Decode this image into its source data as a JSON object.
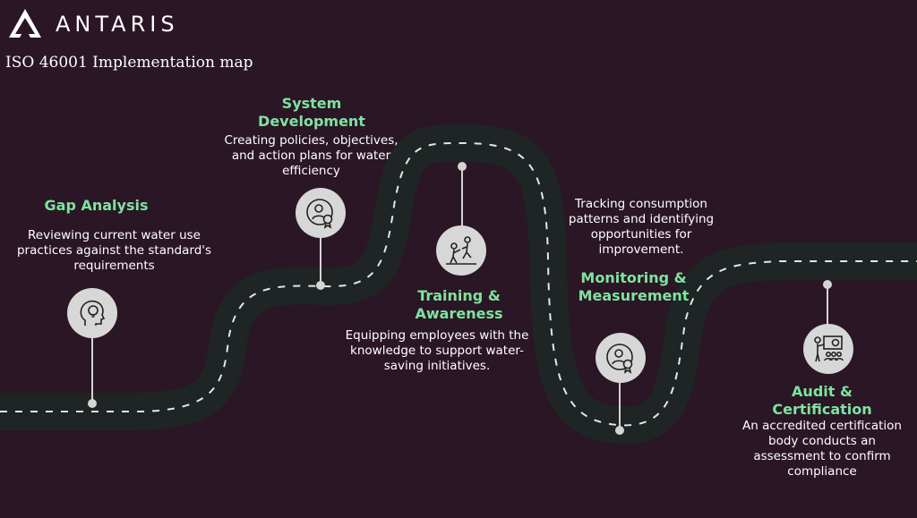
{
  "brand": {
    "name": "ANTARIS",
    "logo_icon": "antaris-logo-icon"
  },
  "subtitle": "ISO 46001 Implementation map",
  "colors": {
    "background": "#2b1625",
    "road": "#1f2424",
    "title": "#7ee3a0",
    "text": "#ffffff",
    "marker": "#d4d4d4"
  },
  "steps": [
    {
      "title": "Gap Analysis",
      "description": "Reviewing current water use practices against the standard's requirements",
      "icon": "lightbulb-head-icon"
    },
    {
      "title": "System Development",
      "description": "Creating policies, objectives, and action plans for water efficiency",
      "icon": "person-award-icon"
    },
    {
      "title": "Training & Awareness",
      "description": "Equipping employees with the knowledge to support water-saving initiatives.",
      "icon": "climbing-help-icon"
    },
    {
      "title": "Monitoring & Measurement",
      "description": "Tracking consumption patterns and identifying opportunities for improvement.",
      "icon": "person-award-icon"
    },
    {
      "title": "Audit & Certification",
      "description": "An accredited certification body conducts an assessment to confirm compliance",
      "icon": "presentation-icon"
    }
  ]
}
